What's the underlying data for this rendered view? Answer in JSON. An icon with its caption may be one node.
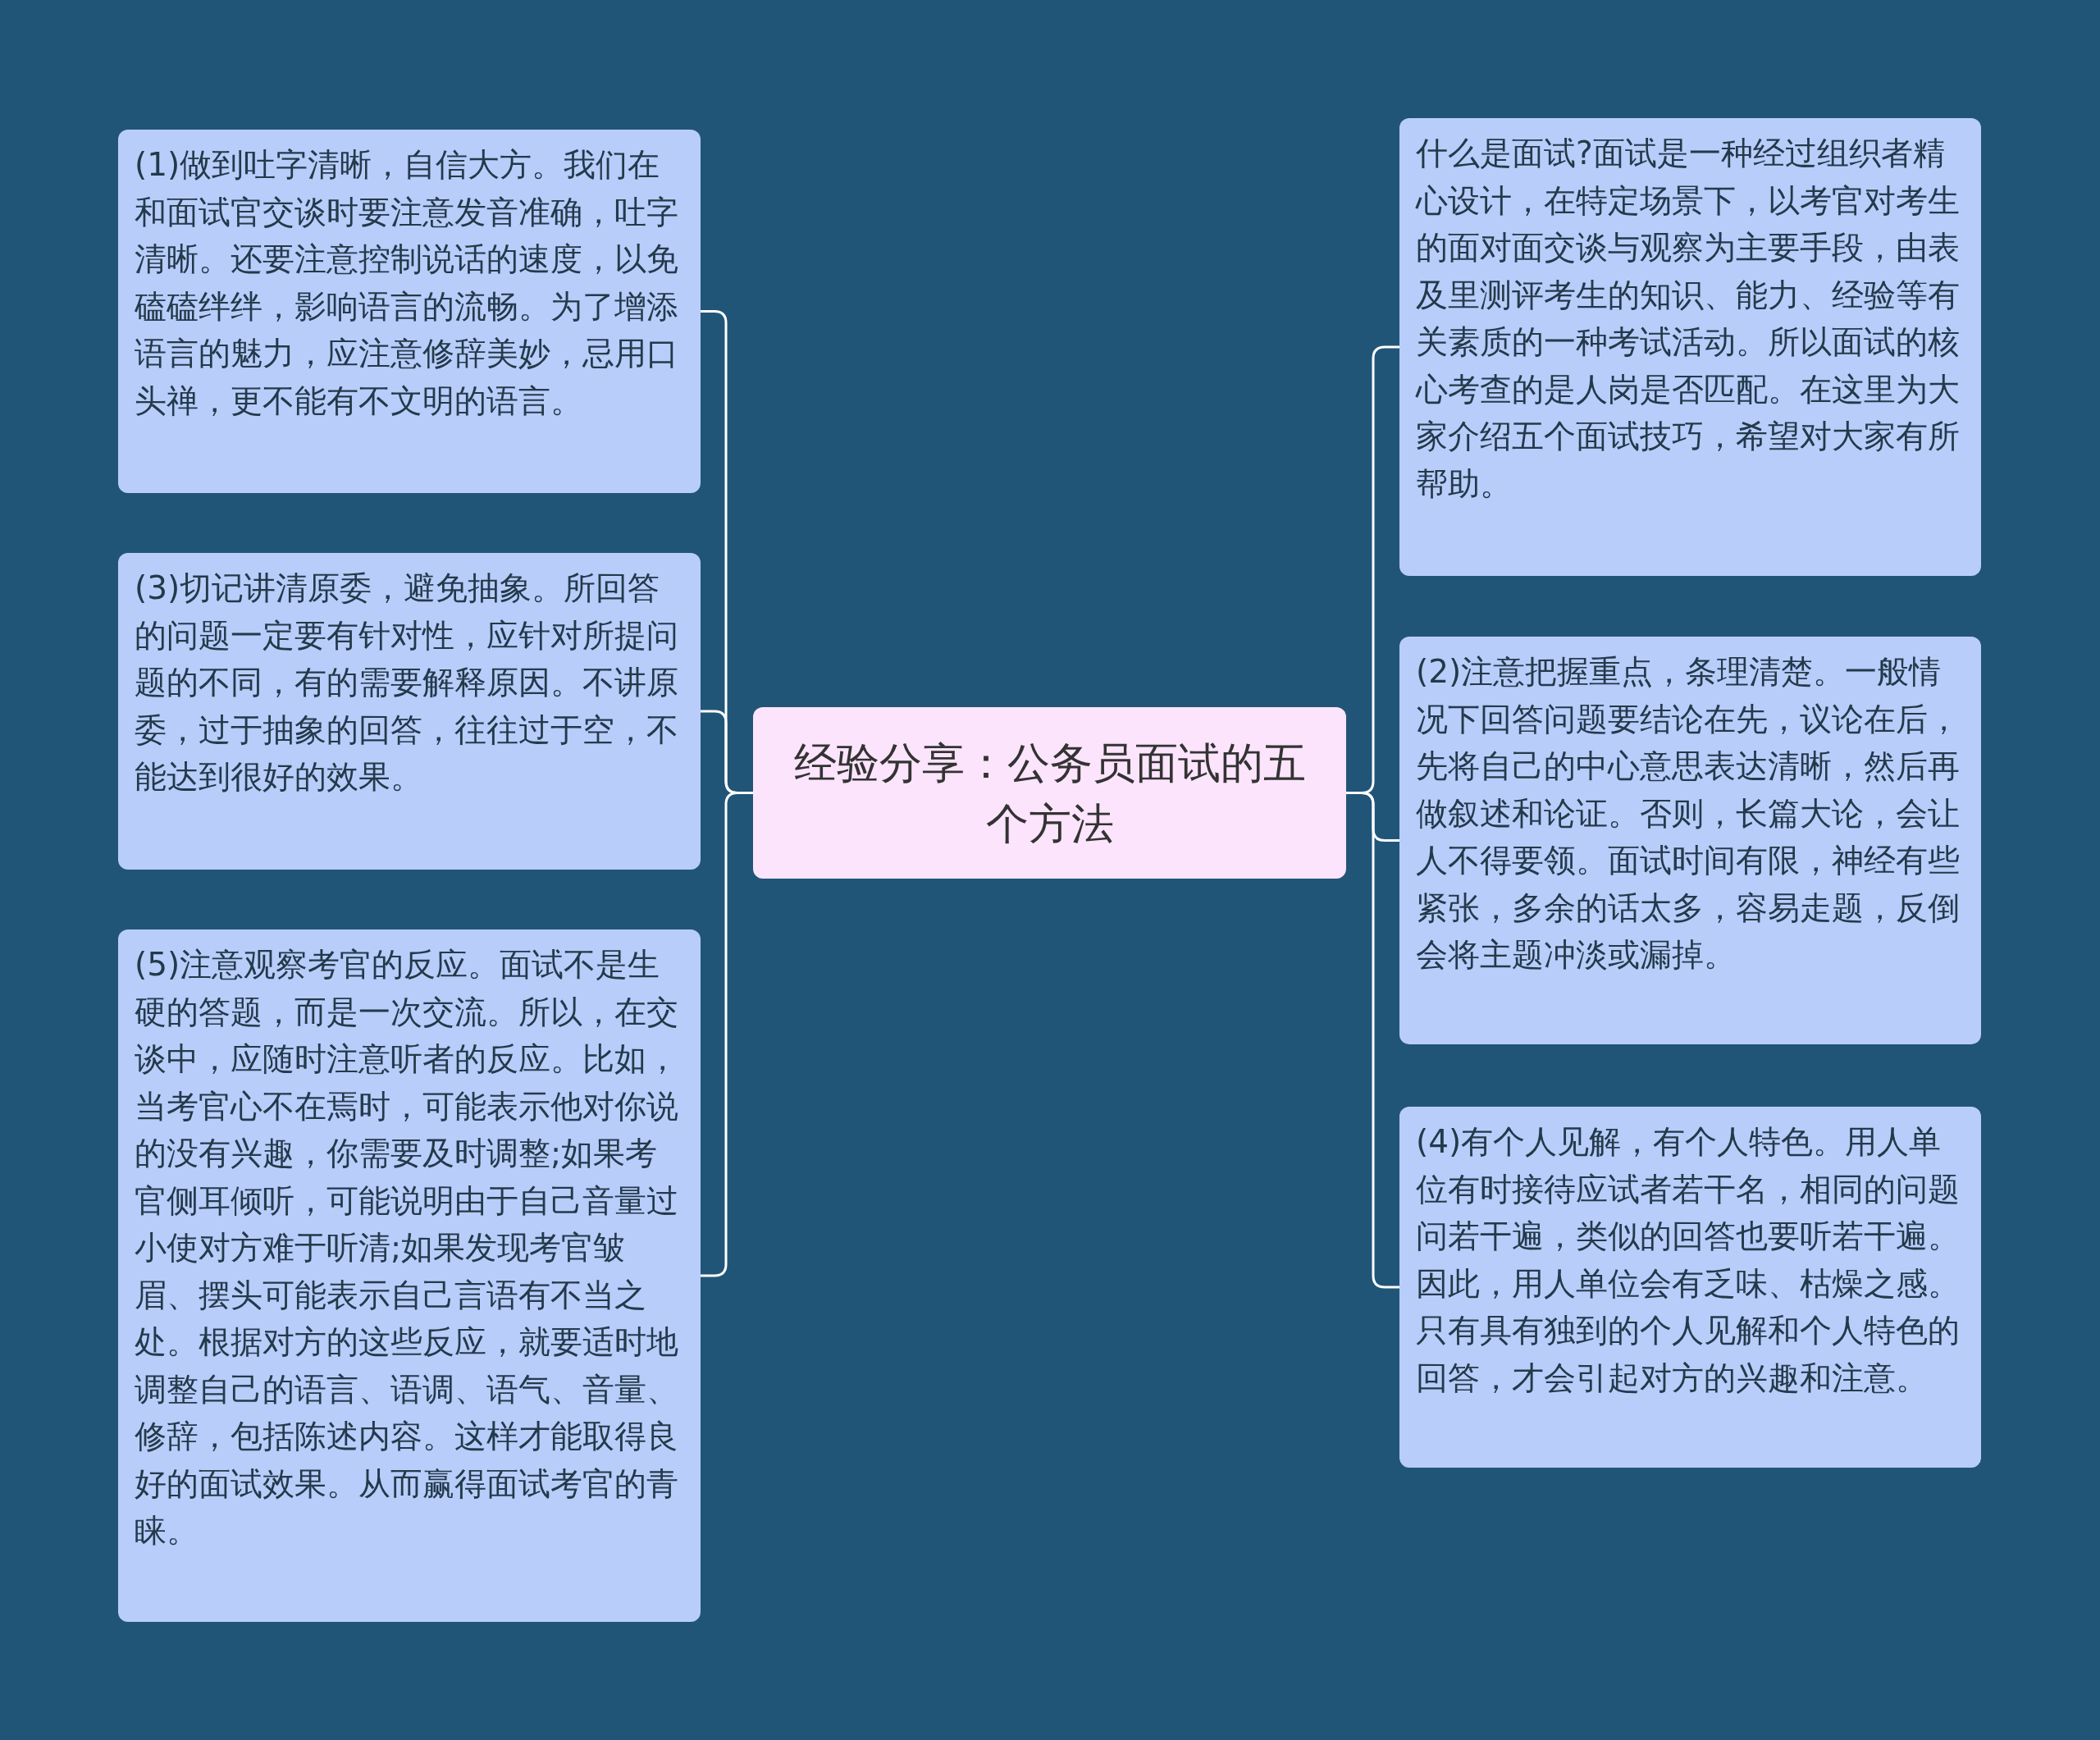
{
  "diagram": {
    "nodes": [
      {
        "text": [
          "经验分享：公务员面试的五个方法"
        ]
      },
      {
        "text": [
          "(1)做到吐字清晰，自信大方。我们在和面试官交谈时要注意发音准确，吐字清晰。还要注意控制说话的速度，以免磕磕绊绊，影响语言的流畅。为了增添语言的魅力，应注意修辞美妙，忌用口头禅，更不能有不文明的语言。"
        ]
      },
      {
        "text": [
          "(3)切记讲清原委，避免抽象。所回答的问题一定要有针对性，应针对所提问题的不同，有的需要解释原因。不讲原委，过于抽象的回答，往往过于空，不能达到很好的效果。"
        ]
      },
      {
        "text": [
          "(5)注意观察考官的反应。面试不是生硬的答题，而是一次交流。所以，在交谈中，应随时注意听者的反应。比如，当考官心不在焉时，可能表示他对你说的没有兴趣，你需要及时调整;如果考官侧耳倾听，可能说明由于自己音量过小使对方难于听清;如果发现考官皱眉、摆头可能表示自己言语有不当之处。根据对方的这些反应，就要适时地调整自己的语言、语调、语气、音量、修辞，包括陈述内容。这样才能取得良好的面试效果。从而赢得面试考官的青睐。"
        ]
      },
      {
        "text": [
          "什么是面试?面试是一种经过组织者精心设计，在特定场景下，以考官对考生的面对面交谈与观察为主要手段，由表及里测评考生的知识、能力、经验等有关素质的一种考试活动。所以面试的核心考查的是人岗是否匹配。在这里为大家介绍五个面试技巧，希望对大家有所帮助。"
        ]
      },
      {
        "text": [
          "(2)注意把握重点，条理清楚。一般情况下回答问题要结论在先，议论在后，先将自己的中心意思表达清晰，然后再做叙述和论证。否则，长篇大论，会让人不得要领。面试时间有限，神经有些紧张，多余的话太多，容易走题，反倒会将主题冲淡或漏掉。"
        ]
      },
      {
        "text": [
          "(4)有个人见解，有个人特色。用人单位有时接待应试者若干名，相同的问题问若干遍，类似的回答也要听若干遍。因此，用人单位会有乏味、枯燥之感。只有具有独到的个人见解和个人特色的回答，才会引起对方的兴趣和注意。"
        ]
      }
    ],
    "edges": [
      {
        "from": 0,
        "to": 1,
        "arrow": "none"
      },
      {
        "from": 0,
        "to": 2,
        "arrow": "none"
      },
      {
        "from": 0,
        "to": 3,
        "arrow": "none"
      },
      {
        "from": 0,
        "to": 4,
        "arrow": "none"
      },
      {
        "from": 0,
        "to": 5,
        "arrow": "none"
      },
      {
        "from": 0,
        "to": 6,
        "arrow": "none"
      }
    ]
  }
}
